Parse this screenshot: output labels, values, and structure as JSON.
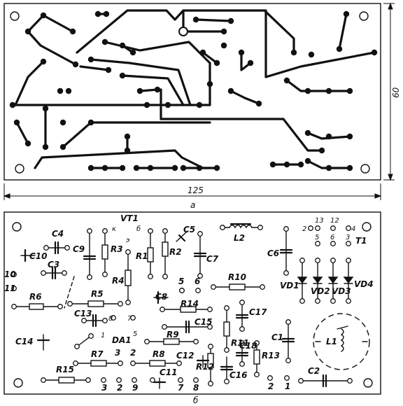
{
  "board_a": {
    "caption": "а",
    "dim_width": "125",
    "dim_height": "60"
  },
  "board_b": {
    "caption": "б",
    "labels": {
      "vt1": "VT1",
      "k": "к",
      "b": "б",
      "e": "э",
      "c4": "C4",
      "c5": "C5",
      "l2": "L2",
      "c10": "C10",
      "c9": "C9",
      "r3": "R3",
      "r1": "R1",
      "r2": "R2",
      "c7": "C7",
      "c6": "C6",
      "c3": "C3",
      "r4": "R4",
      "p10": "10",
      "p11": "11",
      "r6": "R6",
      "r5": "R5",
      "c8": "C8",
      "r10": "R10",
      "vd1": "VD1",
      "vd2": "VD2",
      "vd3": "VD3",
      "vd4": "VD4",
      "c13": "C13",
      "p8": "8",
      "p7": "7",
      "r14": "R14",
      "c17": "C17",
      "c15": "C15",
      "c14": "C14",
      "da1": "DA1",
      "p1": "1",
      "p5": "5",
      "p5b": "5",
      "p6": "6",
      "r9": "R9",
      "r11": "R11",
      "c1": "C1",
      "l1": "L1",
      "r7": "R7",
      "p3": "3",
      "p2": "2",
      "r8": "R8",
      "c12": "C12",
      "c18": "C18",
      "r13": "R13",
      "r15": "R15",
      "c11": "C11",
      "r12": "R12",
      "c16": "C16",
      "c2": "C2",
      "t1": "T1",
      "t13": "13",
      "t12": "12",
      "t2": "2",
      "t4": "4",
      "t5": "5",
      "t6": "6",
      "t3": "3",
      "b3": "3",
      "b2": "2",
      "b9": "9",
      "b7": "7",
      "b8": "8",
      "b2r": "2",
      "b1r": "1"
    }
  }
}
